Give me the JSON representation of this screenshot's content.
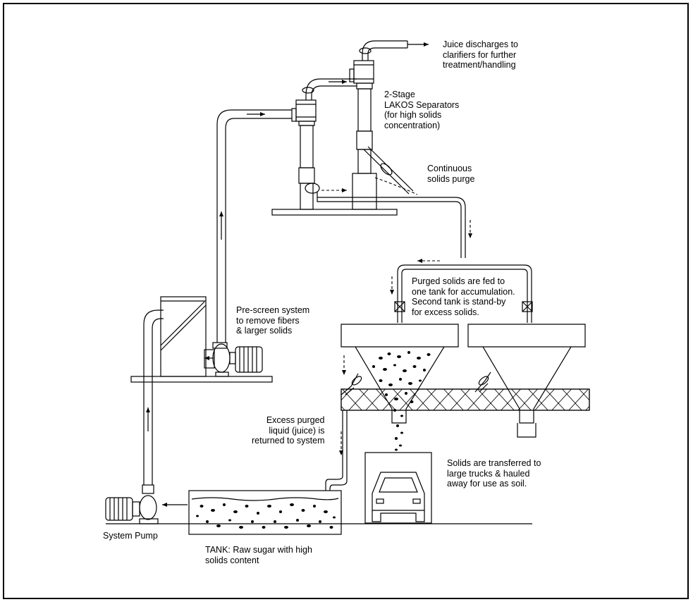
{
  "labels": {
    "juice_discharge": "Juice discharges to\nclarifiers for further\ntreatment/handling",
    "separators": "2-Stage\nLAKOS Separators\n(for high solids\nconcentration)",
    "continuous_purge": "Continuous\nsolids purge",
    "pre_screen": "Pre-screen system\nto remove fibers\n& larger solids",
    "purged_solids": "Purged solids are fed to\none tank for accumulation.\nSecond tank is stand-by\nfor excess solids.",
    "excess_liquid": "Excess purged\nliquid (juice) is\nreturned to system",
    "solids_transfer": "Solids are transferred to\nlarge trucks & hauled\naway for use as soil.",
    "system_pump": "System Pump",
    "tank": "TANK: Raw sugar with high\nsolids content"
  },
  "colors": {
    "line": "#000000",
    "background": "#ffffff"
  }
}
